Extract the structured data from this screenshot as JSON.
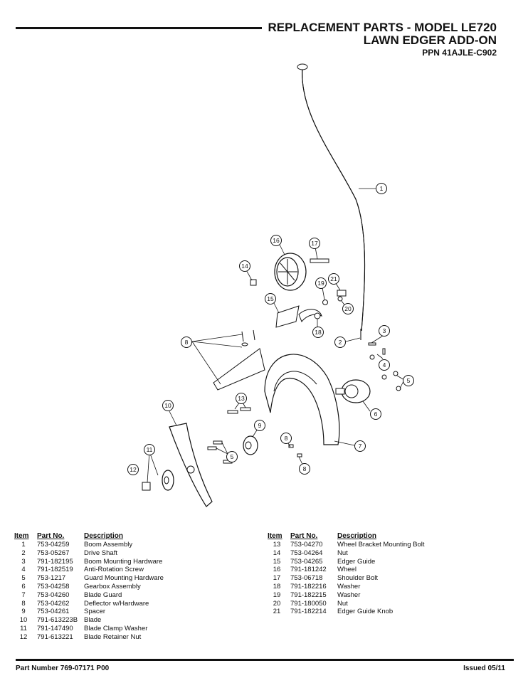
{
  "header": {
    "line1": "REPLACEMENT PARTS - MODEL LE720",
    "line2": "LAWN EDGER ADD-ON",
    "line3": "PPN 41AJLE-C902"
  },
  "table_headers": {
    "item": "Item",
    "part_no": "Part No.",
    "description": "Description"
  },
  "parts_left": [
    {
      "item": "1",
      "part_no": "753-04259",
      "description": "Boom Assembly"
    },
    {
      "item": "2",
      "part_no": "753-05267",
      "description": "Drive Shaft"
    },
    {
      "item": "3",
      "part_no": "791-182195",
      "description": "Boom Mounting Hardware"
    },
    {
      "item": "4",
      "part_no": "791-182519",
      "description": "Anti-Rotation Screw"
    },
    {
      "item": "5",
      "part_no": "753-1217",
      "description": "Guard Mounting Hardware"
    },
    {
      "item": "6",
      "part_no": "753-04258",
      "description": "Gearbox Assembly"
    },
    {
      "item": "7",
      "part_no": "753-04260",
      "description": "Blade Guard"
    },
    {
      "item": "8",
      "part_no": "753-04262",
      "description": "Deflector w/Hardware"
    },
    {
      "item": "9",
      "part_no": "753-04261",
      "description": "Spacer"
    },
    {
      "item": "10",
      "part_no": "791-613223B",
      "description": "Blade"
    },
    {
      "item": "11",
      "part_no": "791-147490",
      "description": "Blade Clamp Washer"
    },
    {
      "item": "12",
      "part_no": "791-613221",
      "description": "Blade Retainer Nut"
    }
  ],
  "parts_right": [
    {
      "item": "13",
      "part_no": "753-04270",
      "description": "Wheel Bracket Mounting Bolt"
    },
    {
      "item": "14",
      "part_no": "753-04264",
      "description": "Nut"
    },
    {
      "item": "15",
      "part_no": "753-04265",
      "description": "Edger Guide"
    },
    {
      "item": "16",
      "part_no": "791-181242",
      "description": "Wheel"
    },
    {
      "item": "17",
      "part_no": "753-06718",
      "description": "Shoulder Bolt"
    },
    {
      "item": "18",
      "part_no": "791-182216",
      "description": "Washer"
    },
    {
      "item": "19",
      "part_no": "791-182215",
      "description": "Washer"
    },
    {
      "item": "20",
      "part_no": "791-180050",
      "description": "Nut"
    },
    {
      "item": "21",
      "part_no": "791-182214",
      "description": "Edger Guide Knob"
    }
  ],
  "callouts": [
    "1",
    "2",
    "3",
    "4",
    "5",
    "5",
    "6",
    "7",
    "8",
    "8",
    "8",
    "9",
    "10",
    "11",
    "12",
    "13",
    "14",
    "15",
    "16",
    "17",
    "18",
    "19",
    "20",
    "21"
  ],
  "footer": {
    "part_number": "Part Number 769-07171   P00",
    "issued": "Issued 05/11"
  }
}
